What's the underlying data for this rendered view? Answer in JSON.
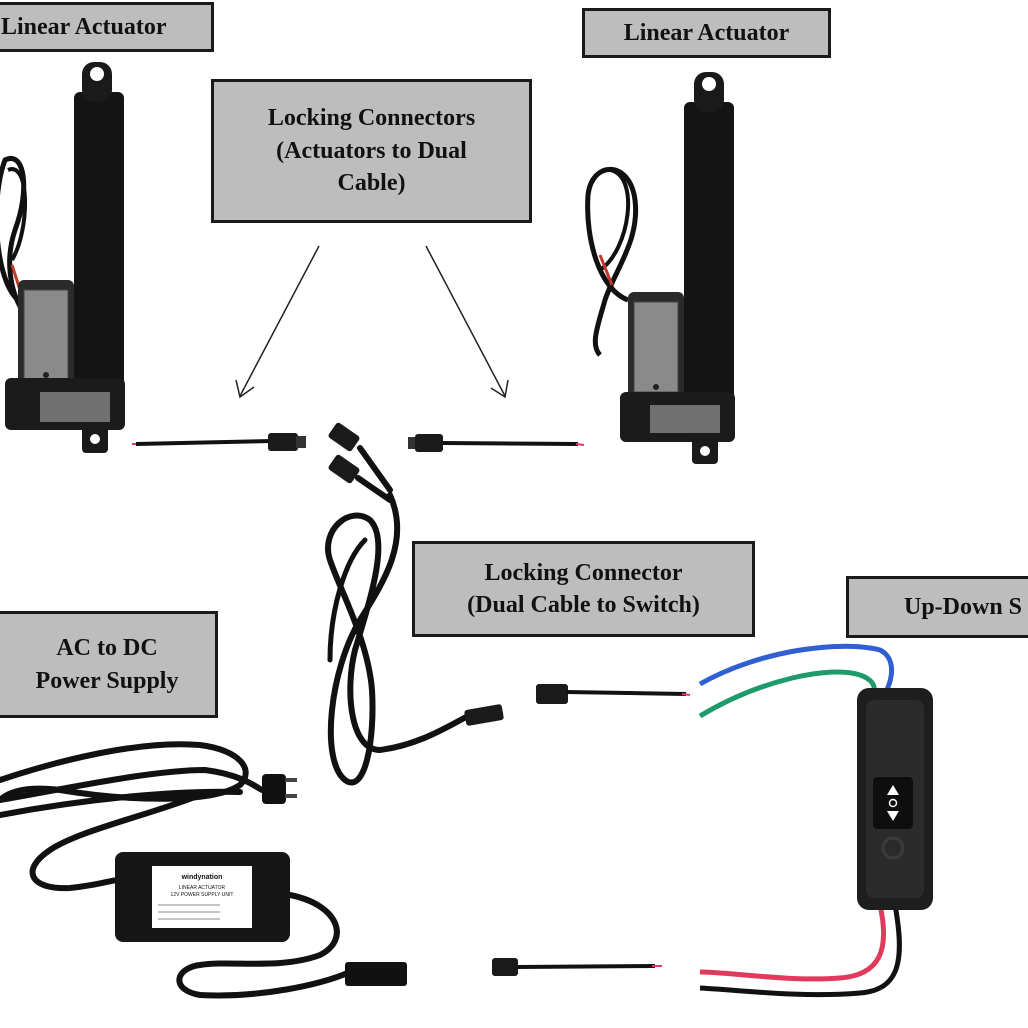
{
  "labels": {
    "actuator_left": "Linear Actuator",
    "actuator_right": "Linear Actuator",
    "locking_actuators": "Locking Connectors\n(Actuators to Dual\nCable)",
    "locking_switch": "Locking Connector\n(Dual Cable to Switch)",
    "power_supply": "AC to DC\nPower Supply",
    "switch": "Up-Down S"
  },
  "device_text": {
    "brand": "windynation",
    "product": "LINEAR ACTUATOR",
    "unit": "12V POWER SUPPLY UNIT"
  },
  "colors": {
    "label_bg": "#bdbdbd",
    "label_border": "#1a1a1a",
    "wire_blue": "#2f5fd0",
    "wire_green": "#1f9a6a",
    "wire_red": "#e03a5c",
    "device": "#161616"
  }
}
